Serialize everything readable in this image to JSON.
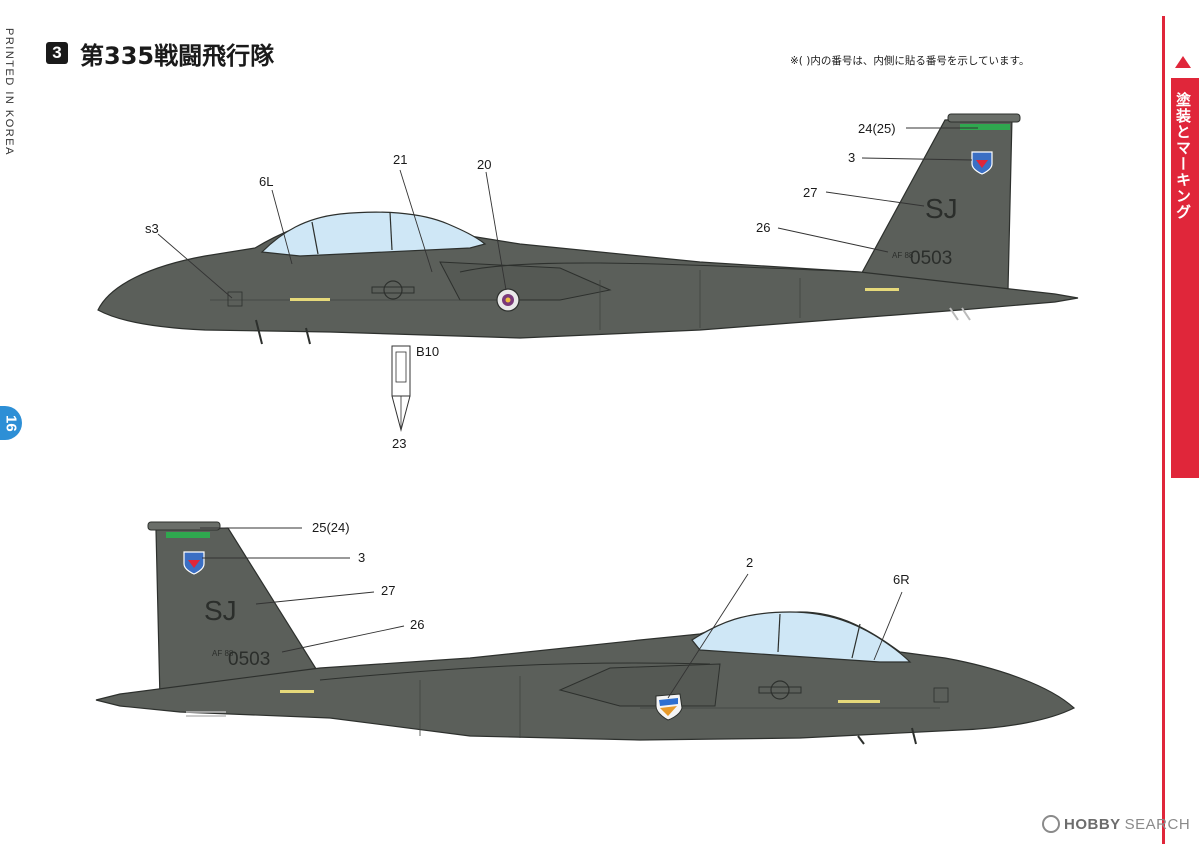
{
  "margin": {
    "printed_text": "PRINTED IN KOREA",
    "page_number": "16"
  },
  "side_tab": {
    "label": "塗装とマーキング"
  },
  "section": {
    "number": "3",
    "title": "第335戦闘飛行隊",
    "note": "※( )内の番号は、内側に貼る番号を示しています。"
  },
  "top_view": {
    "callouts": [
      "24(25)",
      "3",
      "27",
      "26",
      "21",
      "20",
      "6L",
      "s3",
      "B10",
      "23"
    ],
    "tail_code": "SJ",
    "tail_serial": "0503",
    "tail_prefix": "AF 88"
  },
  "bottom_view": {
    "callouts": [
      "25(24)",
      "3",
      "27",
      "26",
      "2",
      "6R"
    ],
    "tail_code": "SJ",
    "tail_serial": "0503",
    "tail_prefix": "AF 88"
  },
  "watermark": {
    "brand": "HOBBY",
    "suffix": "SEARCH"
  },
  "colors": {
    "aircraft": "#5b5f5a",
    "aircraft_dark": "#3f433f",
    "canopy": "#cfe7f6",
    "accent_red": "#e0263a",
    "page_number_blue": "#2d8fd6",
    "fin_stripe_green": "#2fa84f"
  }
}
